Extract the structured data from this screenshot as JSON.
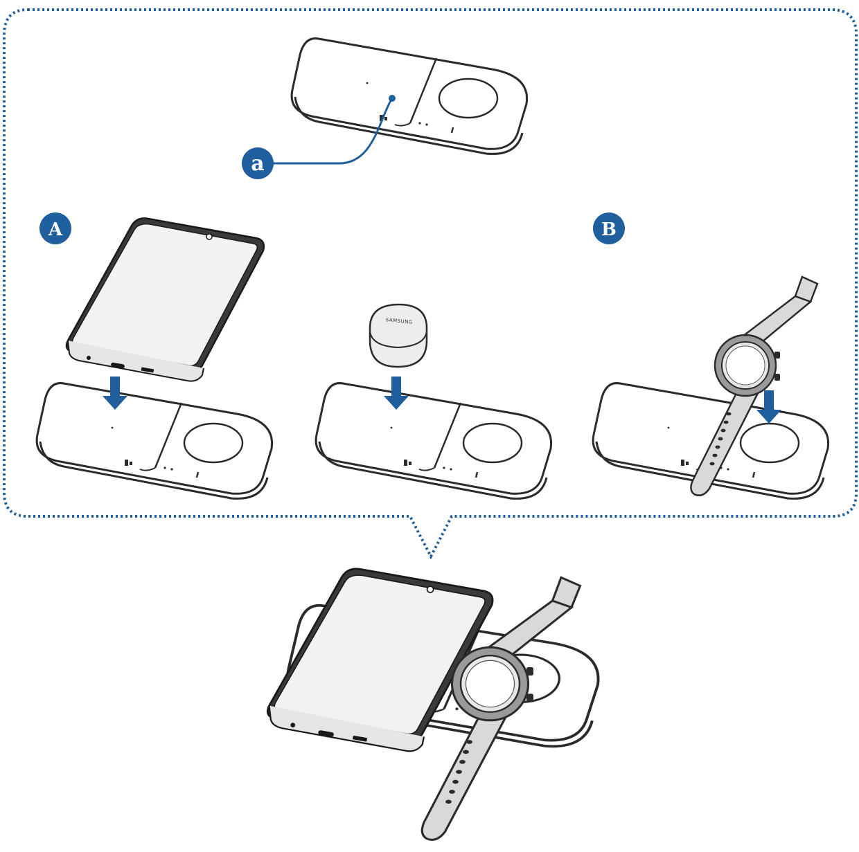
{
  "colors": {
    "accent": "#1f5f9e",
    "line": "#2b2b2b",
    "pad_fill": "#ffffff",
    "screen_fill": "#f2f2f2",
    "strap_fill": "#d9d9d9",
    "case_fill": "#ededed"
  },
  "callouts": {
    "a": "a",
    "A": "A",
    "B": "B"
  },
  "earbuds_case_brand": "SAMSUNG",
  "icons": [
    "callout-a-badge",
    "step-a-badge",
    "step-b-badge",
    "down-arrow-icon",
    "charging-coil-icon",
    "led-indicator-icon"
  ]
}
